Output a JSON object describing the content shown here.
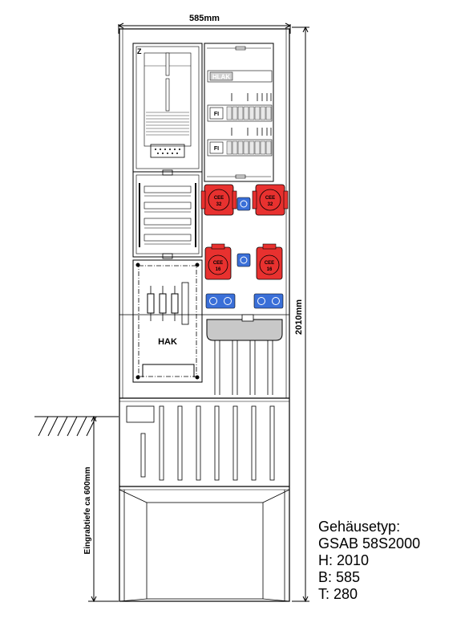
{
  "dimensions": {
    "width_label": "585mm",
    "height_label": "2010mm",
    "depth_label": "Eingrabtiefe ca 600mm"
  },
  "components": {
    "meter_label": "Z",
    "hlak_label": "HLAK",
    "fi_label_1": "FI",
    "fi_label_2": "FI",
    "hak_label": "HAK",
    "cee_large": [
      "CEE\n32",
      "CEE\n32"
    ],
    "cee_small": [
      "CEE\n16",
      "CEE\n16"
    ],
    "cee_large_top": [
      "CEE",
      "CEE"
    ],
    "cee_large_bottom": [
      "32",
      "32"
    ],
    "cee_small_top": [
      "CEE",
      "CEE"
    ],
    "cee_small_bottom": [
      "16",
      "16"
    ]
  },
  "specs": {
    "title": "Gehäusetyp:",
    "model": "GSAB 58S2000",
    "height": "H: 2010",
    "width": "B: 585",
    "depth": "T: 280"
  },
  "colors": {
    "cee_red": "#e8312f",
    "socket_blue": "#3a6fd8",
    "line": "#000000"
  }
}
